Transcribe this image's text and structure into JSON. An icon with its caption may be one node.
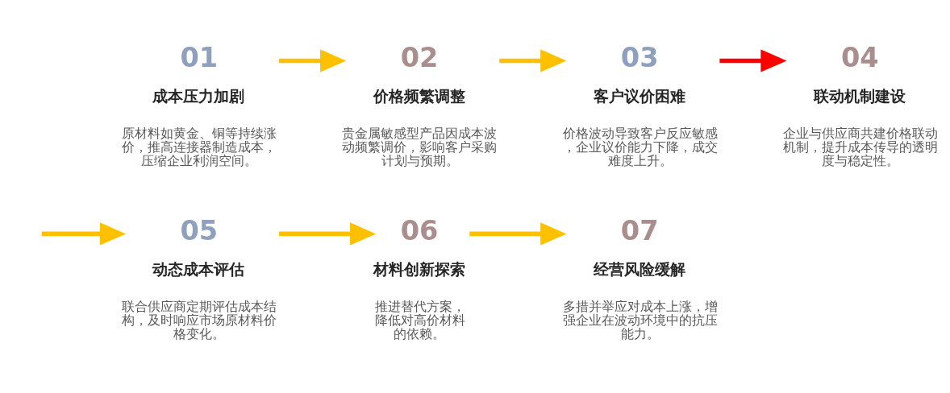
{
  "diagram": {
    "nodes": [
      {
        "text": [
          "01",
          "成本压力加剧",
          "原材料如黄金、铜等持续涨价，推高连接器制造成本，压缩企业利润空间。"
        ]
      },
      {
        "text": [
          "02",
          "价格频繁调整",
          "贵金属敏感型产品因成本波动频繁调价，影响客户采购计划与预期。"
        ]
      },
      {
        "text": [
          "03",
          "客户议价困难",
          "价格波动导致客户反应敏感，企业议价能力下降，成交难度上升。"
        ]
      },
      {
        "text": [
          "04",
          "联动机制建设",
          "企业与供应商共建价格联动机制，提升成本传导的透明度与稳定性。"
        ]
      },
      {
        "text": [
          "05",
          "动态成本评估",
          "联合供应商定期评估成本结构，及时响应市场原材料价格变化。"
        ]
      },
      {
        "text": [
          "06",
          "材料创新探索",
          "推进替代方案，降低对高价材料的依赖。"
        ]
      },
      {
        "text": [
          "07",
          "经营风险缓解",
          "多措并举应对成本上涨，增强企业在波动环境中的抗压能力。"
        ]
      }
    ],
    "edges": [
      {
        "from": 0,
        "to": 1,
        "arrow": "to"
      },
      {
        "from": 1,
        "to": 2,
        "arrow": "to"
      },
      {
        "from": 2,
        "to": 3,
        "arrow": "to",
        "color": "#ff0000"
      },
      {
        "from": null,
        "to": 4,
        "arrow": "to"
      },
      {
        "from": 4,
        "to": 5,
        "arrow": "to"
      },
      {
        "from": 5,
        "to": 6,
        "arrow": "to"
      }
    ]
  }
}
